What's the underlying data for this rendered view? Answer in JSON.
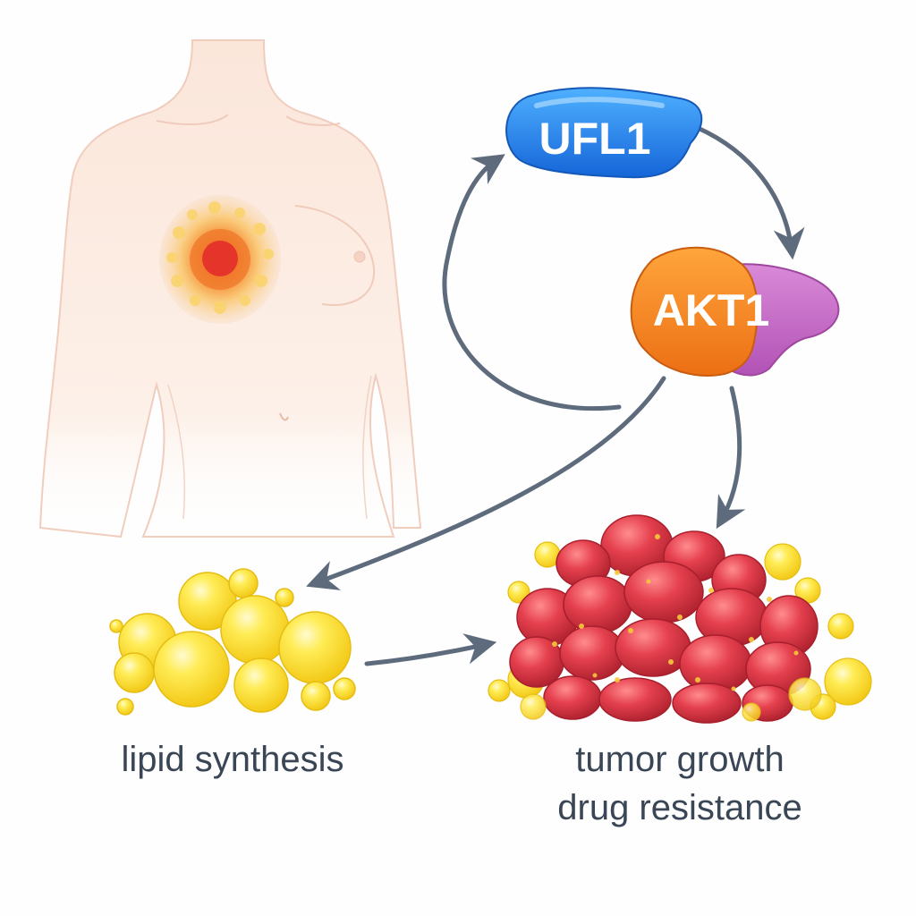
{
  "nodes": {
    "ufl1": {
      "label": "UFL1",
      "color": "#1f7fe0"
    },
    "akt1": {
      "label": "AKT1",
      "color": "#f08a1e",
      "accent": "#c667c9"
    }
  },
  "captions": {
    "lipid": "lipid synthesis",
    "tumor_line1": "tumor growth",
    "tumor_line2": "drug resistance"
  },
  "palette": {
    "arrow": "#5e6b7c",
    "lipid": "#ffe23a",
    "tumor": "#e2404f",
    "skin": "#f7d8c6",
    "text": "#3a4656"
  }
}
